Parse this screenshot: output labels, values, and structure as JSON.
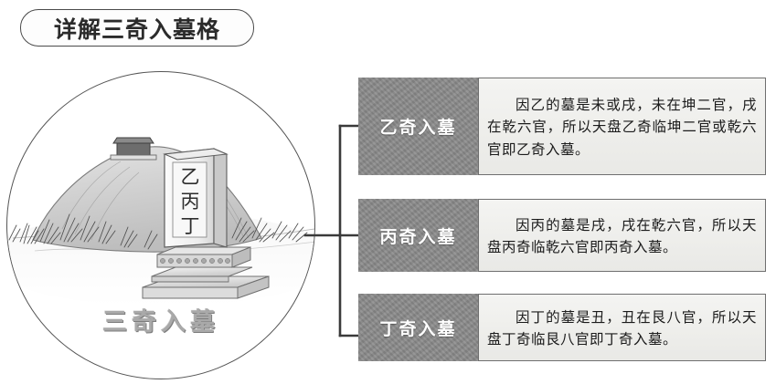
{
  "title": {
    "text": "详解三奇入墓格"
  },
  "illustration": {
    "caption": "三奇入墓",
    "tombstone_chars": [
      "乙",
      "丙",
      "丁"
    ],
    "alt_name": "grave-mound-with-stele-illustration",
    "icons": {
      "circle": "circle-frame",
      "mound": "grave-mound-icon",
      "stele": "tombstone-stele-icon",
      "grass": "grass-tuft-icon"
    }
  },
  "connector": {
    "name": "bracket-connector",
    "style": "tree-bracket"
  },
  "rows": [
    {
      "label": "乙奇入墓",
      "text": "因乙的墓是未或戌，未在坤二官，戌在乾六官，所以天盘乙奇临坤二官或乾六官即乙奇入墓。"
    },
    {
      "label": "丙奇入墓",
      "text": "因丙的墓是戌，戌在乾六官，所以天盘丙奇临乾六官即丙奇入墓。"
    },
    {
      "label": "丁奇入墓",
      "text": "因丁的墓是丑，丑在艮八官，所以天盘丁奇临艮八官即丁奇入墓。"
    }
  ],
  "colors": {
    "label_background": "#8b8b8b",
    "label_text": "#ffffff",
    "panel_background": "#efefec",
    "panel_border": "#6f6f6f",
    "line": "#3a3a3a",
    "caption_text": "#a9a9a9"
  }
}
